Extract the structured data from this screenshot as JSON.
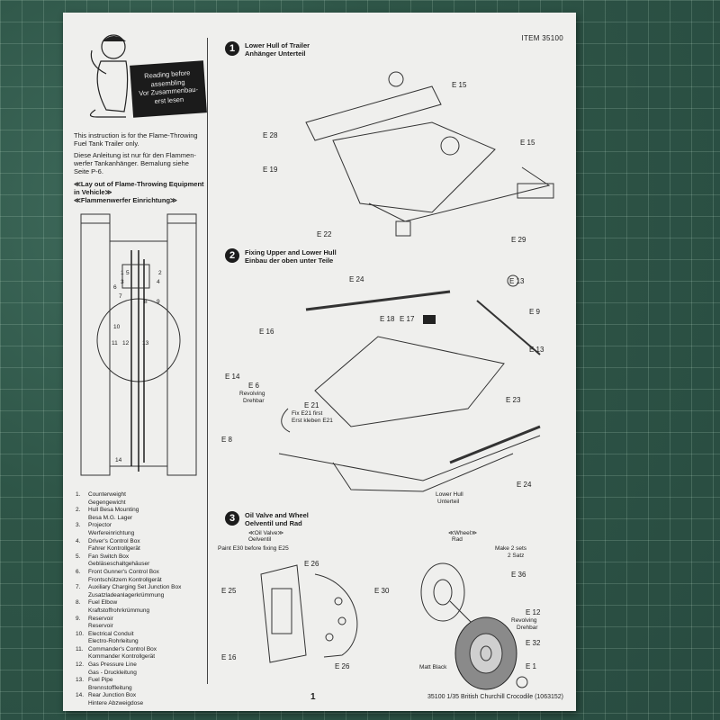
{
  "header": {
    "item": "ITEM 35100"
  },
  "notice": {
    "line1": "Reading before",
    "line2": "assembling",
    "line3": "Vor Zusammenbau-",
    "line4": "erst lesen"
  },
  "intro": {
    "en": "This instruction is for the Flame-Throwing Fuel Tank Trailer only.",
    "de": "Diese Anleitung ist nur für den Flammen-werfer Tankanhänger. Bemalung siehe Seite P-6."
  },
  "layout": {
    "title_en": "Lay out of Flame-Throwing Equipment in Vehicle",
    "title_de": "Flammenwerfer Einrichtung"
  },
  "legend": [
    {
      "num": "1.",
      "en": "Counterweight",
      "de": "Gegengewicht"
    },
    {
      "num": "2.",
      "en": "Hull Besa Mounting",
      "de": "Besa M.G. Lager"
    },
    {
      "num": "3.",
      "en": "Projector",
      "de": "Werfereinrichtung"
    },
    {
      "num": "4.",
      "en": "Driver's Control Box",
      "de": "Fahrer Kontrollgerät"
    },
    {
      "num": "5.",
      "en": "Fan Switch Box",
      "de": "Gebläseschaltgehäuser"
    },
    {
      "num": "6.",
      "en": "Front Gunner's Control Box",
      "de": "Frontschützem Kontrollgerät"
    },
    {
      "num": "7.",
      "en": "Auxiliary Charging Set Junction Box",
      "de": "Zusatzladeanlagerkrümmung"
    },
    {
      "num": "8.",
      "en": "Fuel Elbow",
      "de": "Kraftstoffrohrkrümmung"
    },
    {
      "num": "9.",
      "en": "Reservoir",
      "de": "Reservoir"
    },
    {
      "num": "10.",
      "en": "Electrical Conduit",
      "de": "Electro-Rohrleitung"
    },
    {
      "num": "11.",
      "en": "Commander's Control Box",
      "de": "Kommander Kontrollgerät"
    },
    {
      "num": "12.",
      "en": "Gas Pressure Line",
      "de": "Gas - Druckleitung"
    },
    {
      "num": "13.",
      "en": "Fuel Pipe",
      "de": "Brennstoffleitung"
    },
    {
      "num": "14.",
      "en": "Rear Junction Box",
      "de": "Hintere Abzweigdose"
    }
  ],
  "steps": [
    {
      "num": "1",
      "en": "Lower Hull of Trailer",
      "de": "Anhänger Unterteil"
    },
    {
      "num": "2",
      "en": "Fixing Upper and Lower Hull",
      "de": "Einbau der oben unter Teile"
    },
    {
      "num": "3",
      "en": "Oil Valve and Wheel",
      "de": "Oelventil und Rad"
    }
  ],
  "step1_parts": {
    "e15a": "E 15",
    "e15b": "E 15",
    "e28": "E 28",
    "e19": "E 19",
    "e22": "E 22",
    "e29": "E 29"
  },
  "step2_parts": {
    "e24a": "E 24",
    "e13a": "E 13",
    "e9": "E 9",
    "e16": "E 16",
    "e18": "E 18",
    "e17": "E 17",
    "e13b": "E 13",
    "e14": "E 14",
    "e6": "E 6",
    "revolving": "Revolving",
    "drehbar": "Drehbar",
    "e21": "E 21",
    "fix1": "Fix E21 first",
    "fix2": "Erst kleben E21",
    "e23": "E 23",
    "e8": "E 8",
    "e24b": "E 24",
    "lowerhull": "Lower Hull",
    "unterteil": "Unterteil"
  },
  "step3_parts": {
    "oilvalve": "≪Oil Valve≫",
    "oelventil": "Oelventil",
    "paint": "Paint E30 before fixing E25",
    "e26a": "E 26",
    "e25": "E 25",
    "e30": "E 30",
    "e16": "E 16",
    "e26b": "E 26",
    "wheel": "≪Wheel≫",
    "rad": "Rad",
    "make2": "Make 2 sets",
    "satz": "2 Satz",
    "e36": "E 36",
    "e12": "E 12",
    "revolving": "Revolving",
    "drehbar": "Drehbar",
    "e32": "E 32",
    "mattblack": "Matt Black",
    "e1": "E 1"
  },
  "footer": {
    "caption": "35100 1/35 British Churchill Crocodile (1063152)",
    "page": "1"
  },
  "layout_numbers": [
    "1",
    "2",
    "3",
    "4",
    "5",
    "6",
    "7",
    "8",
    "9",
    "10",
    "11",
    "12",
    "13",
    "14"
  ]
}
